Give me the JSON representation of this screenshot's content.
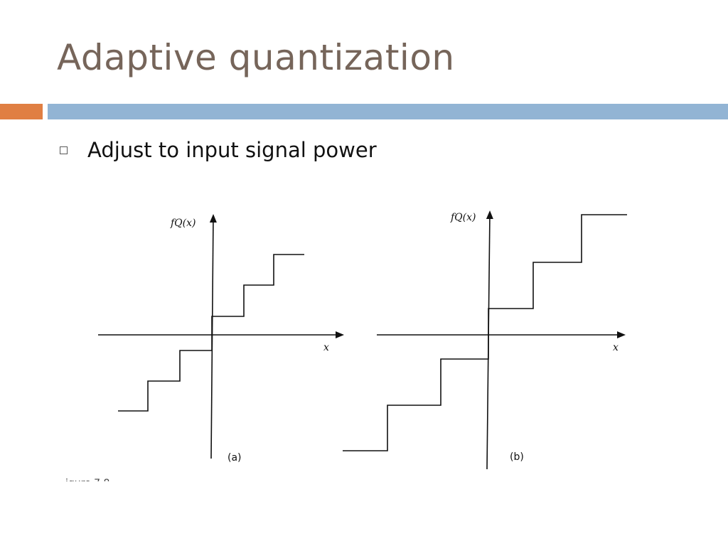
{
  "slide": {
    "title": "Adaptive quantization",
    "bullet": "Adjust to input signal power",
    "accent_colors": {
      "title": "#76655a",
      "orange": "#e07f43",
      "blue": "#92b4d4"
    }
  },
  "figure": {
    "panels": [
      {
        "id": "a",
        "y_label": "fQ(x)",
        "x_label": "x",
        "caption": "(a)"
      },
      {
        "id": "b",
        "y_label": "fQ(x)",
        "x_label": "x",
        "caption": "(b)"
      }
    ],
    "cut_caption": "igure 7.8"
  }
}
